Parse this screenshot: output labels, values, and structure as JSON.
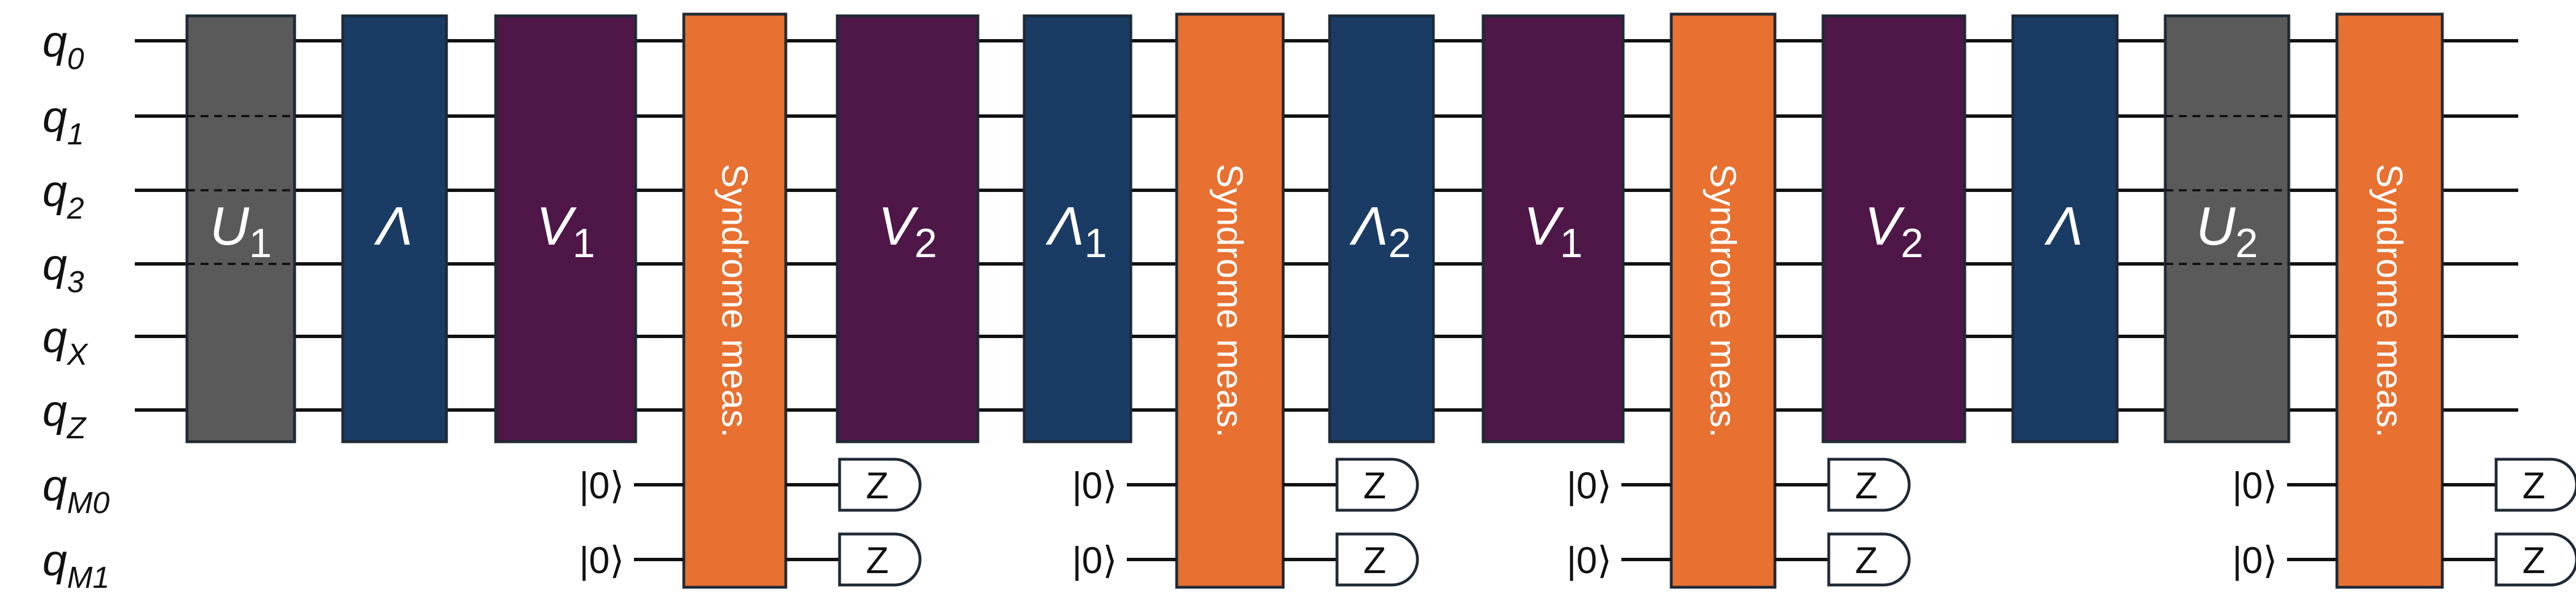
{
  "qubits": [
    {
      "id": "q0",
      "base": "q",
      "sub": "0"
    },
    {
      "id": "q1",
      "base": "q",
      "sub": "1"
    },
    {
      "id": "q2",
      "base": "q",
      "sub": "2"
    },
    {
      "id": "q3",
      "base": "q",
      "sub": "3"
    },
    {
      "id": "qX",
      "base": "q",
      "sub": "X"
    },
    {
      "id": "qZ",
      "base": "q",
      "sub": "Z"
    },
    {
      "id": "qM0",
      "base": "q",
      "sub": "M0"
    },
    {
      "id": "qM1",
      "base": "q",
      "sub": "M1"
    }
  ],
  "colors": {
    "gate_U": "#5a5a5a",
    "gate_Lambda": "#1a3c64",
    "gate_V": "#4e1748",
    "gate_syndrome": "#e87030",
    "outline": "#1e2a36",
    "wire": "#111111"
  },
  "gates": [
    {
      "id": "U1",
      "kind": "U",
      "label": "U",
      "sub": "1"
    },
    {
      "id": "Lambda-a",
      "kind": "Lambda",
      "label": "Λ",
      "sub": ""
    },
    {
      "id": "V1-a",
      "kind": "V",
      "label": "V",
      "sub": "1"
    },
    {
      "id": "syn-1",
      "kind": "syndrome",
      "label": "Syndrome meas."
    },
    {
      "id": "V2-a",
      "kind": "V",
      "label": "V",
      "sub": "2"
    },
    {
      "id": "Lambda1",
      "kind": "Lambda",
      "label": "Λ",
      "sub": "1"
    },
    {
      "id": "syn-2",
      "kind": "syndrome",
      "label": "Syndrome meas."
    },
    {
      "id": "Lambda2",
      "kind": "Lambda",
      "label": "Λ",
      "sub": "2"
    },
    {
      "id": "V1-b",
      "kind": "V",
      "label": "V",
      "sub": "1"
    },
    {
      "id": "syn-3",
      "kind": "syndrome",
      "label": "Syndrome meas."
    },
    {
      "id": "V2-b",
      "kind": "V",
      "label": "V",
      "sub": "2"
    },
    {
      "id": "Lambda-b",
      "kind": "Lambda",
      "label": "Λ",
      "sub": ""
    },
    {
      "id": "U2",
      "kind": "U",
      "label": "U",
      "sub": "2"
    },
    {
      "id": "syn-4",
      "kind": "syndrome",
      "label": "Syndrome meas."
    }
  ],
  "ancilla_init": "|0⟩",
  "measurement_label": "Z"
}
